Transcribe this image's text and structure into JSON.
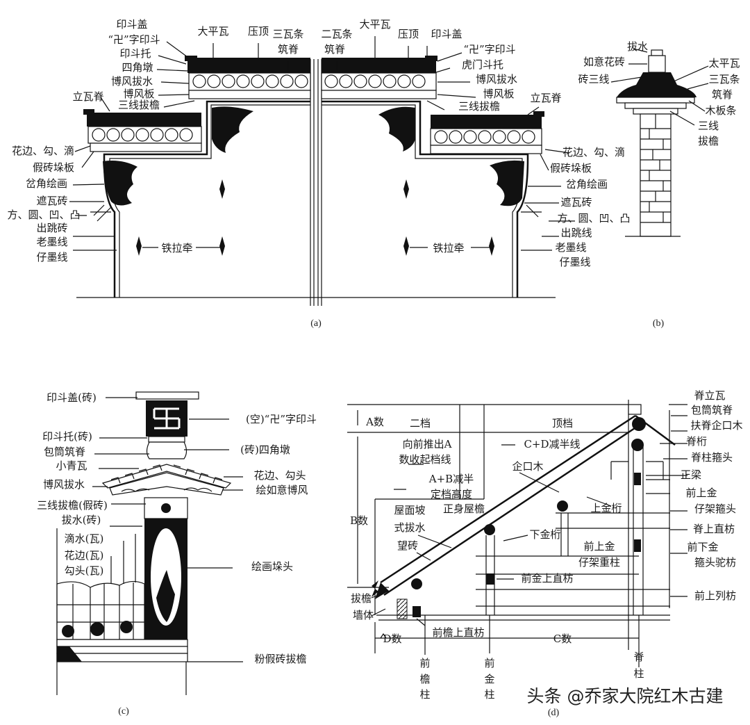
{
  "panel_a": {
    "caption": "(a)",
    "labels": [
      "印斗盖",
      "“卍”字印斗",
      "印斗托",
      "四角墩",
      "博风拔水",
      "博风板",
      "三线拔檐",
      "立瓦脊",
      "大平瓦",
      "压顶",
      "三瓦条",
      "筑脊",
      "花边、勾、滴",
      "假砖垛板",
      "岔角绘画",
      "遮瓦砖",
      "方、圆、凹、凸",
      "出跳砖",
      "老墨线",
      "仔墨线",
      "铁拉牵",
      "二瓦条",
      "筑脊",
      "大平瓦",
      "压顶",
      "印斗盖",
      "“卍”字印斗",
      "虎门斗托",
      "博风拔水",
      "博风板",
      "三线拔檐",
      "立瓦脊",
      "花边、勾、滴",
      "假砖垛板",
      "岔角绘画",
      "遮瓦砖",
      "方、圆、凹、凸",
      "出跳线",
      "老墨线",
      "仔墨线",
      "铁拉牵"
    ]
  },
  "panel_b": {
    "caption": "(b)",
    "labels": [
      "拔水",
      "如意花砖",
      "砖三线",
      "太平瓦",
      "三瓦条",
      "筑脊",
      "木板条",
      "三线",
      "拔檐"
    ]
  },
  "panel_c": {
    "caption": "(c)",
    "labels": [
      "印斗盖(砖)",
      "(空)“卍”字印斗",
      "印斗托(砖)",
      "(砖)四角墩",
      "包筒筑脊",
      "小青瓦",
      "花边、勾头",
      "博风拔水",
      "绘如意博风",
      "三线拔檐(假砖)",
      "拔水(砖)",
      "滴水(瓦)",
      "花边(瓦)",
      "勾头(瓦)",
      "绘画垛头",
      "粉假砖拔檐"
    ]
  },
  "panel_d": {
    "caption": "(d)",
    "labels": [
      "A数",
      "二档",
      "顶档",
      "向前推出A",
      "数收起档线",
      "C+D减半线",
      "A+B减半",
      "定档高度",
      "企口木",
      "B数",
      "屋面坡",
      "正身屋檐",
      "式拔水",
      "望砖",
      "上金桁",
      "下金桁",
      "前上金",
      "仔架重柱",
      "前金上直枋",
      "拔檐",
      "墙体",
      "前檐上直枋",
      "D数",
      "C数",
      "前",
      "檐",
      "柱",
      "前",
      "金",
      "柱",
      "脊",
      "柱",
      "脊立瓦",
      "包筒筑脊",
      "扶脊企口木",
      "脊桁",
      "脊柱箍头",
      "正梁",
      "前上金",
      "仔架箍头",
      "脊上直枋",
      "前下金",
      "箍头驼枋",
      "前上列枋"
    ]
  },
  "watermark": "头条 @乔家大院红木古建"
}
